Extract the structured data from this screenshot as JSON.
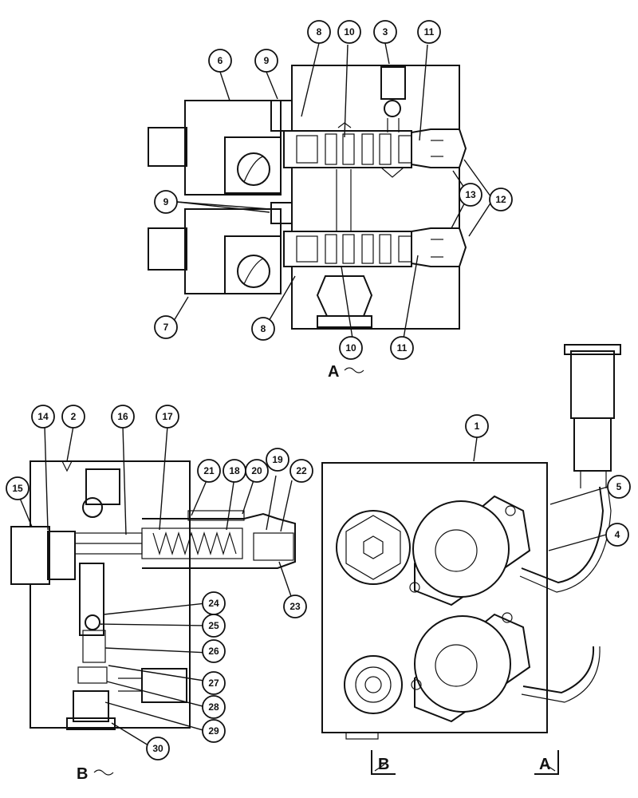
{
  "views": {
    "a": {
      "label": "A"
    },
    "b": {
      "label": "B"
    },
    "arrow_b": {
      "label": "B"
    },
    "arrow_a": {
      "label": "A"
    }
  },
  "callouts": {
    "c1": "1",
    "c2": "2",
    "c3": "3",
    "c4": "4",
    "c5": "5",
    "c6": "6",
    "c7": "7",
    "c8a": "8",
    "c8b": "8",
    "c9a": "9",
    "c9b": "9",
    "c10a": "10",
    "c10b": "10",
    "c11a": "11",
    "c11b": "11",
    "c12": "12",
    "c13": "13",
    "c14": "14",
    "c15": "15",
    "c16": "16",
    "c17": "17",
    "c18": "18",
    "c19": "19",
    "c20": "20",
    "c21": "21",
    "c22": "22",
    "c23": "23",
    "c24": "24",
    "c25": "25",
    "c26": "26",
    "c27": "27",
    "c28": "28",
    "c29": "29",
    "c30": "30"
  }
}
